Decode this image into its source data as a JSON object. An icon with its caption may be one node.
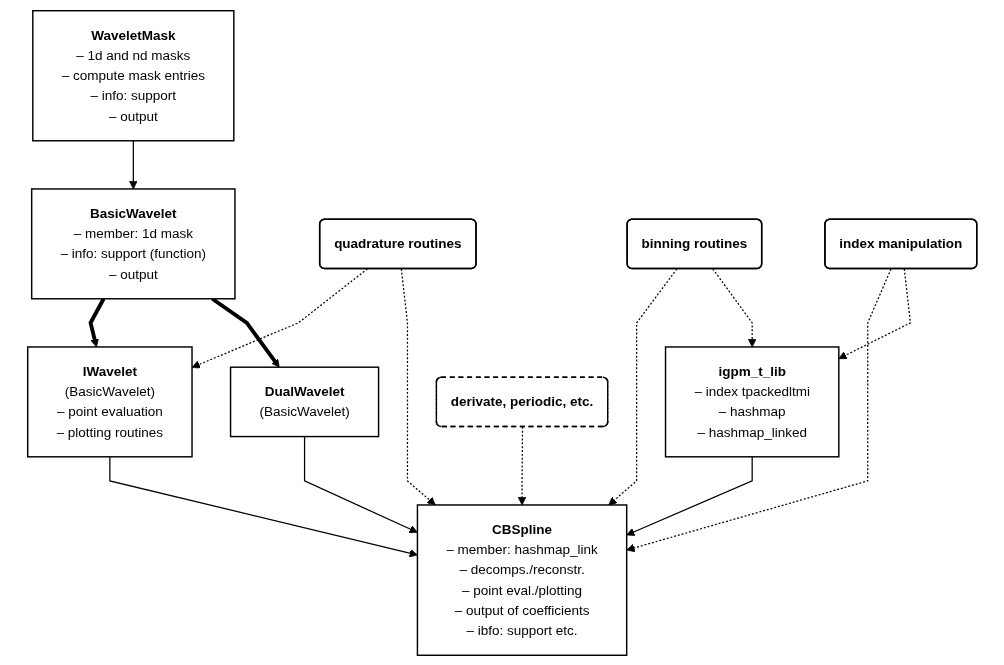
{
  "diagram": {
    "nodes": [
      {
        "text": [
          "WaveletMask",
          "– 1d and nd masks",
          "– compute mask entries",
          "– info: support",
          "– output"
        ]
      },
      {
        "text": [
          "BasicWavelet",
          "– member: 1d mask",
          "– info: support (function)",
          "– output"
        ]
      },
      {
        "text": [
          "igpm_t_lib",
          "– index tpackedltmi",
          "– hashmap",
          "– hashmap_linked"
        ]
      },
      {
        "text": [
          "IWavelet",
          "(BasicWavelet)",
          "– point evaluation",
          "– plotting routines"
        ]
      },
      {
        "text": [
          "DualWavelet",
          "(BasicWavelet)"
        ]
      },
      {
        "text": [
          "quadrature routines"
        ]
      },
      {
        "text": [
          "CBSpline",
          "– member: hashmap_link",
          "– decomps./reconstr.",
          "– point eval./plotting",
          "– output of coefficients",
          "– ibfo: support etc."
        ]
      },
      {
        "text": [
          "binning routines"
        ]
      },
      {
        "text": [
          "derivate, periodic, etc."
        ]
      },
      {
        "text": [
          "index manipulation"
        ]
      }
    ],
    "edges": [
      {
        "from": 0,
        "to": 1,
        "arrow": "to"
      },
      {
        "from": 1,
        "to": 3,
        "arrow": "to",
        "style": "thick"
      },
      {
        "from": 1,
        "to": 4,
        "arrow": "to",
        "style": "thick"
      },
      {
        "from": 3,
        "to": 6,
        "arrow": "to"
      },
      {
        "from": 4,
        "to": 6,
        "arrow": "to"
      },
      {
        "from": 2,
        "to": 6,
        "arrow": "to"
      },
      {
        "from": 5,
        "to": 3,
        "arrow": "to",
        "style": "dashed"
      },
      {
        "from": 5,
        "to": 6,
        "arrow": "to",
        "style": "dashed"
      },
      {
        "from": 7,
        "to": 6,
        "arrow": "to",
        "style": "dashed"
      },
      {
        "from": 7,
        "to": 2,
        "arrow": "to",
        "style": "dashed"
      },
      {
        "from": 8,
        "to": 6,
        "arrow": "to",
        "style": "dashed"
      },
      {
        "from": 9,
        "to": 6,
        "arrow": "to",
        "style": "dashed"
      },
      {
        "from": 9,
        "to": 2,
        "arrow": "to",
        "style": "dashed"
      }
    ]
  }
}
